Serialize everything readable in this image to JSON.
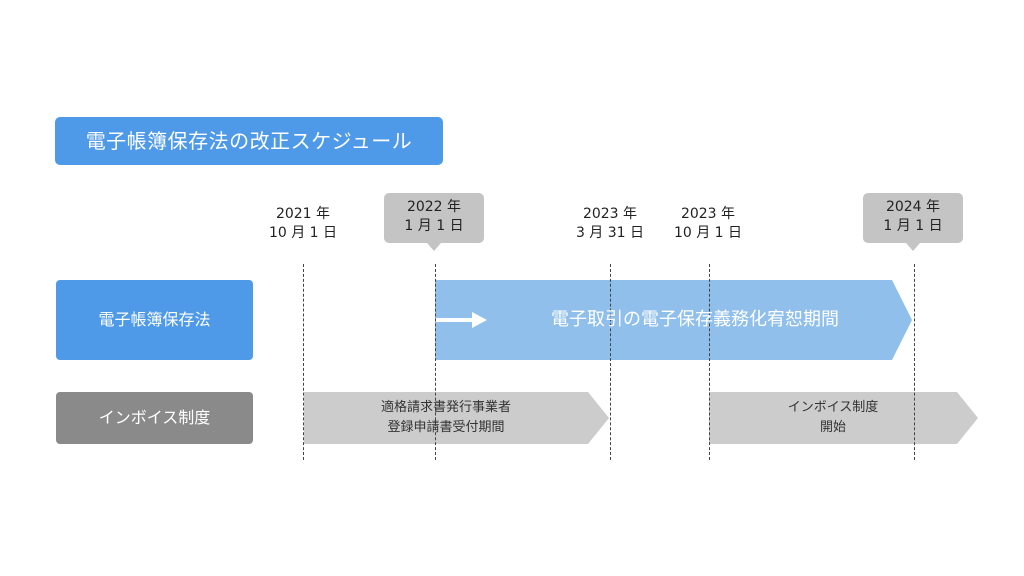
{
  "title": "電子帳簿保存法の改正スケジュール",
  "dates": [
    {
      "year": "2021 年",
      "day": "10 月 1 日"
    },
    {
      "year": "2022 年",
      "day": "1 月 1 日"
    },
    {
      "year": "2023 年",
      "day": "3 月 31 日"
    },
    {
      "year": "2023 年",
      "day": "10 月 1 日"
    },
    {
      "year": "2024 年",
      "day": "1 月 1 日"
    }
  ],
  "rows": {
    "ebook": {
      "label": "電子帳簿保存法",
      "bar_text": "電子取引の電子保存義務化宥恕期間"
    },
    "invoice": {
      "label": "インボイス制度",
      "bar1_line1": "適格請求書発行事業者",
      "bar1_line2": "登録申請書受付期間",
      "bar2_line1": "インボイス制度",
      "bar2_line2": "開始"
    }
  },
  "colors": {
    "accent_blue": "#4f9ae8",
    "light_blue": "#8fbfea",
    "gray_label": "#8a8a8a",
    "gray_bar": "#cccccc",
    "date_box": "#c4c4c4"
  }
}
